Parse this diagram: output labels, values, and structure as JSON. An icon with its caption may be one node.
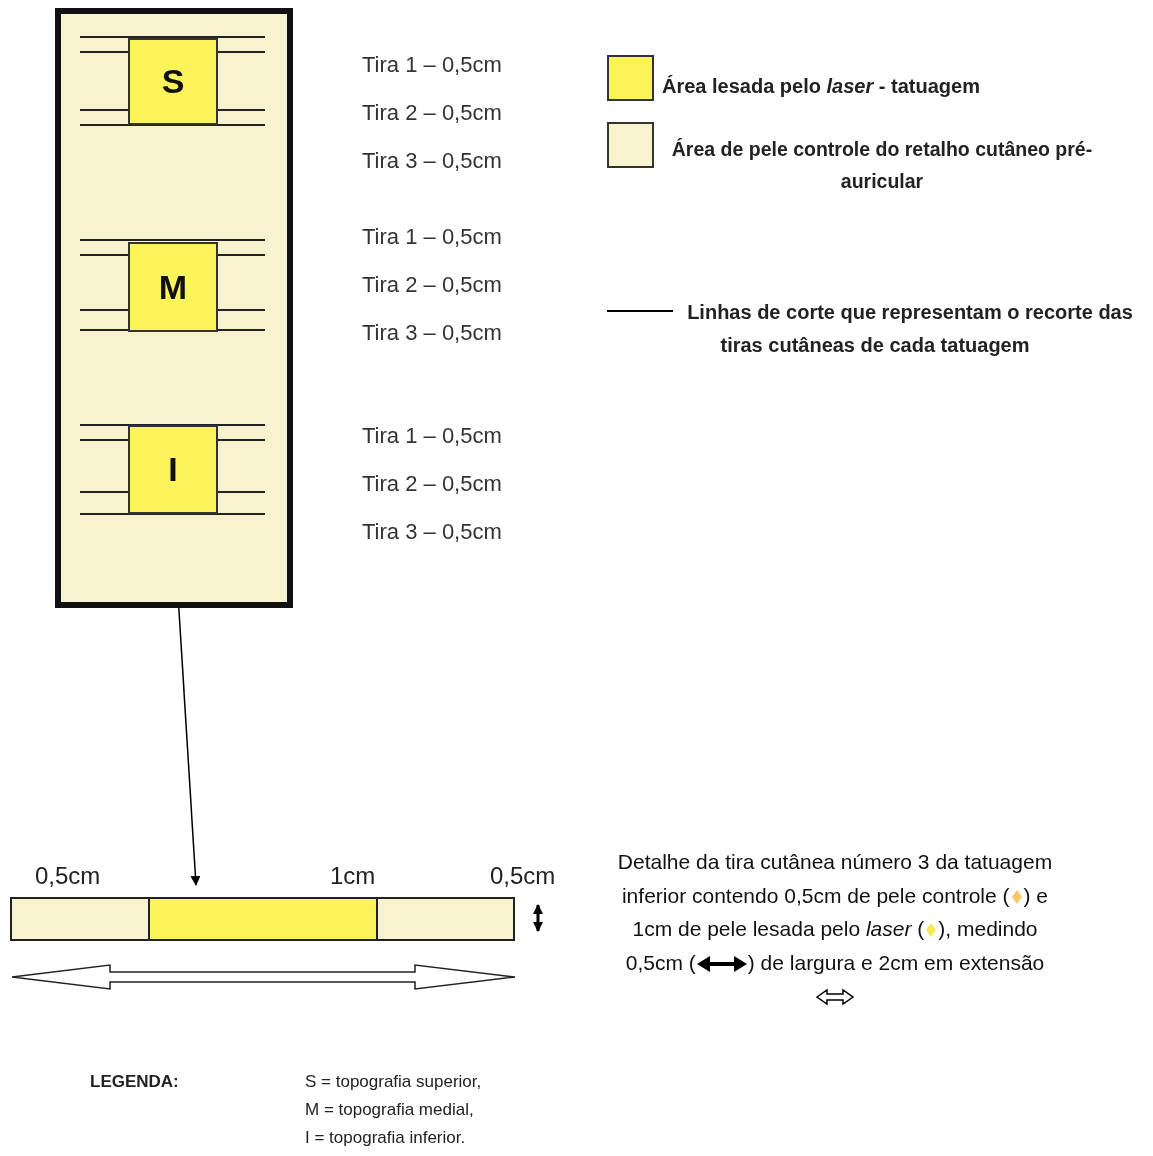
{
  "diagram": {
    "nodes": [
      {
        "text": [],
        "shape": "box"
      },
      {
        "text": [
          "S"
        ],
        "in": 0
      },
      {
        "text": [
          "M"
        ],
        "in": 0
      },
      {
        "text": [
          "I"
        ],
        "in": 0
      },
      {
        "text": [],
        "shape": "bar"
      }
    ],
    "edges": [
      {
        "from": 3,
        "to": 4,
        "arrow": "to"
      }
    ],
    "labels": [
      "Tira 1 – 0,5cm",
      "Tira 2 – 0,5cm",
      "Tira 3 – 0,5cm",
      "Tira 1 – 0,5cm",
      "Tira 2 – 0,5cm",
      "Tira 3 – 0,5cm",
      "Tira 1 – 0,5cm",
      "Tira 2 – 0,5cm",
      "Tira 3 – 0,5cm",
      "0,5cm",
      "1cm",
      "0,5cm",
      "Detalhe da tira cutânea número 3 da tatuagem inferior contendo 0,5cm de pele controle (",
      ") e 1cm de pele lesada pelo *laser* (",
      "), medindo 0,5cm (",
      ") de largura e 2cm em extensão",
      "LEGENDA:",
      "S = topografia superior,",
      "M = topografia medial,",
      "I = topografia inferior."
    ],
    "legend": [
      {
        "text": "Área lesada pelo *laser* - tatuagem",
        "color": "#fbf35a"
      },
      {
        "text": "Área de pele controle do retalho cutâneo pré-auricular",
        "color": "#f8f3cf"
      },
      {
        "text": "Linhas de corte que representam o recorte das tiras cutâneas de cada tatuagem"
      }
    ]
  }
}
